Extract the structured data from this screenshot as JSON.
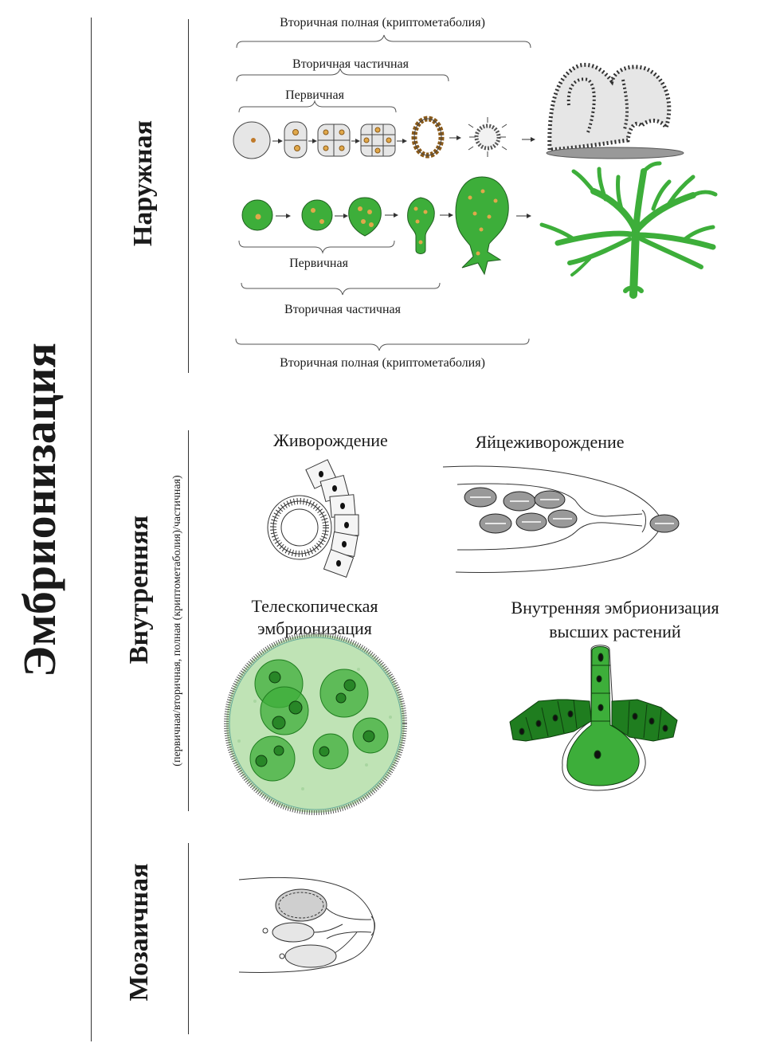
{
  "main_title": "Эмбрионизация",
  "sections": {
    "outer": {
      "title": "Наружная"
    },
    "inner": {
      "title": "Внутренняя",
      "subtitle": "(первичная/вторичная, полная (криптометаболия)/частичная)"
    },
    "mosaic": {
      "title": "Мозаичная"
    }
  },
  "outer_labels": {
    "top_full": "Вторичная полная (криптометаболия)",
    "top_partial": "Вторичная частичная",
    "top_primary": "Первичная",
    "bottom_primary": "Первичная",
    "bottom_partial": "Вторичная частичная",
    "bottom_full": "Вторичная полная (криптометаболия)"
  },
  "inner_labels": {
    "viviparity": "Живорождение",
    "ovoviviparity": "Яйцеживорождение",
    "telescopic_line1": "Телескопическая",
    "telescopic_line2": "эмбрионизация",
    "higher_plants_line1": "Внутренняя эмбрионизация",
    "higher_plants_line2": "высших растений"
  },
  "colors": {
    "green": "#3dae3a",
    "dark_green": "#1f7d1f",
    "light_green": "#bfe3b5",
    "yolk": "#e0a84a",
    "gray_cell": "#e6e6e6",
    "line": "#333333"
  },
  "icons": [
    "bracket-icon",
    "arrow-icon",
    "cell-icon"
  ]
}
